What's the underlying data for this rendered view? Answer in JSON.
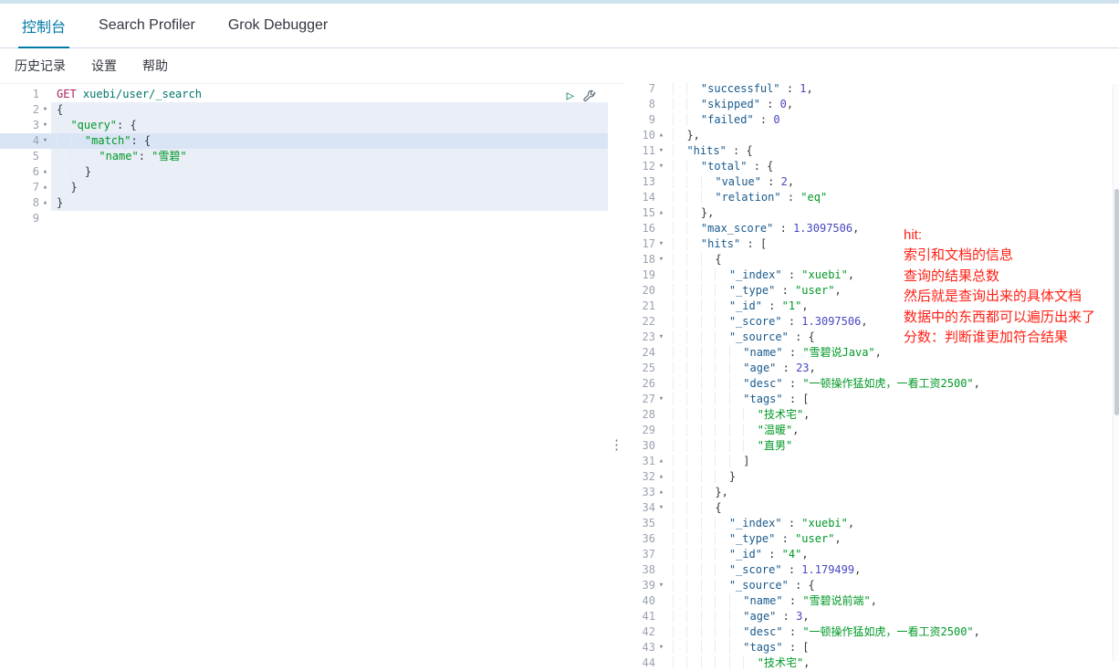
{
  "tabs": [
    {
      "label": "控制台",
      "active": true
    },
    {
      "label": "Search Profiler",
      "active": false
    },
    {
      "label": "Grok Debugger",
      "active": false
    }
  ],
  "menu": [
    "历史记录",
    "设置",
    "帮助"
  ],
  "icons": {
    "send": "▷",
    "wrench": "wrench-icon",
    "fold_open": "▾",
    "fold_close": "▴",
    "grip": "⋮"
  },
  "colors": {
    "accent": "#0079a5",
    "annotation_red": "#ff2116",
    "string_green": "#009926",
    "key_blue": "#1a5a8c",
    "number_purple": "#4747c2",
    "method_red": "#b0215f",
    "url_teal": "#00756c",
    "selection": "#e9eef7",
    "active_line": "#d9e4f4"
  },
  "editor": {
    "lines": [
      {
        "num": "1",
        "fold": "",
        "hl": "",
        "ind": 0,
        "seg": [
          {
            "t": "GET ",
            "c": "method"
          },
          {
            "t": "xuebi/user/_search",
            "c": "url"
          }
        ]
      },
      {
        "num": "2",
        "fold": "open",
        "hl": "sel",
        "ind": 0,
        "seg": [
          {
            "t": "{",
            "c": "p"
          }
        ]
      },
      {
        "num": "3",
        "fold": "open",
        "hl": "sel",
        "ind": 1,
        "seg": [
          {
            "t": "\"query\"",
            "c": "str"
          },
          {
            "t": ": {",
            "c": "p"
          }
        ]
      },
      {
        "num": "4",
        "fold": "open",
        "hl": "cur",
        "ind": 2,
        "seg": [
          {
            "t": "\"match\"",
            "c": "str"
          },
          {
            "t": ": {",
            "c": "p"
          }
        ]
      },
      {
        "num": "5",
        "fold": "",
        "hl": "sel",
        "ind": 3,
        "seg": [
          {
            "t": "\"name\"",
            "c": "str"
          },
          {
            "t": ": ",
            "c": "p"
          },
          {
            "t": "\"雪碧\"",
            "c": "str"
          }
        ]
      },
      {
        "num": "6",
        "fold": "close",
        "hl": "sel",
        "ind": 2,
        "seg": [
          {
            "t": "}",
            "c": "p"
          }
        ]
      },
      {
        "num": "7",
        "fold": "close",
        "hl": "sel",
        "ind": 1,
        "seg": [
          {
            "t": "}",
            "c": "p"
          }
        ]
      },
      {
        "num": "8",
        "fold": "close",
        "hl": "sel",
        "ind": 0,
        "seg": [
          {
            "t": "}",
            "c": "p"
          }
        ]
      },
      {
        "num": "9",
        "fold": "",
        "hl": "",
        "ind": 0,
        "seg": []
      }
    ]
  },
  "output": {
    "lines": [
      {
        "num": "7",
        "fold": "",
        "ind": 2,
        "seg": [
          {
            "t": "\"successful\"",
            "c": "key"
          },
          {
            "t": " : ",
            "c": "p"
          },
          {
            "t": "1",
            "c": "num"
          },
          {
            "t": ",",
            "c": "p"
          }
        ]
      },
      {
        "num": "8",
        "fold": "",
        "ind": 2,
        "seg": [
          {
            "t": "\"skipped\"",
            "c": "key"
          },
          {
            "t": " : ",
            "c": "p"
          },
          {
            "t": "0",
            "c": "num"
          },
          {
            "t": ",",
            "c": "p"
          }
        ]
      },
      {
        "num": "9",
        "fold": "",
        "ind": 2,
        "seg": [
          {
            "t": "\"failed\"",
            "c": "key"
          },
          {
            "t": " : ",
            "c": "p"
          },
          {
            "t": "0",
            "c": "num"
          }
        ]
      },
      {
        "num": "10",
        "fold": "close",
        "ind": 1,
        "seg": [
          {
            "t": "},",
            "c": "p"
          }
        ]
      },
      {
        "num": "11",
        "fold": "open",
        "ind": 1,
        "seg": [
          {
            "t": "\"hits\"",
            "c": "key"
          },
          {
            "t": " : {",
            "c": "p"
          }
        ]
      },
      {
        "num": "12",
        "fold": "open",
        "ind": 2,
        "seg": [
          {
            "t": "\"total\"",
            "c": "key"
          },
          {
            "t": " : {",
            "c": "p"
          }
        ]
      },
      {
        "num": "13",
        "fold": "",
        "ind": 3,
        "seg": [
          {
            "t": "\"value\"",
            "c": "key"
          },
          {
            "t": " : ",
            "c": "p"
          },
          {
            "t": "2",
            "c": "num"
          },
          {
            "t": ",",
            "c": "p"
          }
        ]
      },
      {
        "num": "14",
        "fold": "",
        "ind": 3,
        "seg": [
          {
            "t": "\"relation\"",
            "c": "key"
          },
          {
            "t": " : ",
            "c": "p"
          },
          {
            "t": "\"eq\"",
            "c": "str"
          }
        ]
      },
      {
        "num": "15",
        "fold": "close",
        "ind": 2,
        "seg": [
          {
            "t": "},",
            "c": "p"
          }
        ]
      },
      {
        "num": "16",
        "fold": "",
        "ind": 2,
        "seg": [
          {
            "t": "\"max_score\"",
            "c": "key"
          },
          {
            "t": " : ",
            "c": "p"
          },
          {
            "t": "1.3097506",
            "c": "num"
          },
          {
            "t": ",",
            "c": "p"
          }
        ]
      },
      {
        "num": "17",
        "fold": "open",
        "ind": 2,
        "seg": [
          {
            "t": "\"hits\"",
            "c": "key"
          },
          {
            "t": " : [",
            "c": "p"
          }
        ]
      },
      {
        "num": "18",
        "fold": "open",
        "ind": 3,
        "seg": [
          {
            "t": "{",
            "c": "p"
          }
        ]
      },
      {
        "num": "19",
        "fold": "",
        "ind": 4,
        "seg": [
          {
            "t": "\"_index\"",
            "c": "key"
          },
          {
            "t": " : ",
            "c": "p"
          },
          {
            "t": "\"xuebi\"",
            "c": "str"
          },
          {
            "t": ",",
            "c": "p"
          }
        ]
      },
      {
        "num": "20",
        "fold": "",
        "ind": 4,
        "seg": [
          {
            "t": "\"_type\"",
            "c": "key"
          },
          {
            "t": " : ",
            "c": "p"
          },
          {
            "t": "\"user\"",
            "c": "str"
          },
          {
            "t": ",",
            "c": "p"
          }
        ]
      },
      {
        "num": "21",
        "fold": "",
        "ind": 4,
        "seg": [
          {
            "t": "\"_id\"",
            "c": "key"
          },
          {
            "t": " : ",
            "c": "p"
          },
          {
            "t": "\"1\"",
            "c": "str"
          },
          {
            "t": ",",
            "c": "p"
          }
        ]
      },
      {
        "num": "22",
        "fold": "",
        "ind": 4,
        "seg": [
          {
            "t": "\"_score\"",
            "c": "key"
          },
          {
            "t": " : ",
            "c": "p"
          },
          {
            "t": "1.3097506",
            "c": "num"
          },
          {
            "t": ",",
            "c": "p"
          }
        ]
      },
      {
        "num": "23",
        "fold": "open",
        "ind": 4,
        "seg": [
          {
            "t": "\"_source\"",
            "c": "key"
          },
          {
            "t": " : {",
            "c": "p"
          }
        ]
      },
      {
        "num": "24",
        "fold": "",
        "ind": 5,
        "seg": [
          {
            "t": "\"name\"",
            "c": "key"
          },
          {
            "t": " : ",
            "c": "p"
          },
          {
            "t": "\"雪碧说Java\"",
            "c": "str"
          },
          {
            "t": ",",
            "c": "p"
          }
        ]
      },
      {
        "num": "25",
        "fold": "",
        "ind": 5,
        "seg": [
          {
            "t": "\"age\"",
            "c": "key"
          },
          {
            "t": " : ",
            "c": "p"
          },
          {
            "t": "23",
            "c": "num"
          },
          {
            "t": ",",
            "c": "p"
          }
        ]
      },
      {
        "num": "26",
        "fold": "",
        "ind": 5,
        "seg": [
          {
            "t": "\"desc\"",
            "c": "key"
          },
          {
            "t": " : ",
            "c": "p"
          },
          {
            "t": "\"一顿操作猛如虎，一看工资2500\"",
            "c": "str"
          },
          {
            "t": ",",
            "c": "p"
          }
        ]
      },
      {
        "num": "27",
        "fold": "open",
        "ind": 5,
        "seg": [
          {
            "t": "\"tags\"",
            "c": "key"
          },
          {
            "t": " : [",
            "c": "p"
          }
        ]
      },
      {
        "num": "28",
        "fold": "",
        "ind": 6,
        "seg": [
          {
            "t": "\"技术宅\"",
            "c": "str"
          },
          {
            "t": ",",
            "c": "p"
          }
        ]
      },
      {
        "num": "29",
        "fold": "",
        "ind": 6,
        "seg": [
          {
            "t": "\"温暖\"",
            "c": "str"
          },
          {
            "t": ",",
            "c": "p"
          }
        ]
      },
      {
        "num": "30",
        "fold": "",
        "ind": 6,
        "seg": [
          {
            "t": "\"直男\"",
            "c": "str"
          }
        ]
      },
      {
        "num": "31",
        "fold": "close",
        "ind": 5,
        "seg": [
          {
            "t": "]",
            "c": "p"
          }
        ]
      },
      {
        "num": "32",
        "fold": "close",
        "ind": 4,
        "seg": [
          {
            "t": "}",
            "c": "p"
          }
        ]
      },
      {
        "num": "33",
        "fold": "close",
        "ind": 3,
        "seg": [
          {
            "t": "},",
            "c": "p"
          }
        ]
      },
      {
        "num": "34",
        "fold": "open",
        "ind": 3,
        "seg": [
          {
            "t": "{",
            "c": "p"
          }
        ]
      },
      {
        "num": "35",
        "fold": "",
        "ind": 4,
        "seg": [
          {
            "t": "\"_index\"",
            "c": "key"
          },
          {
            "t": " : ",
            "c": "p"
          },
          {
            "t": "\"xuebi\"",
            "c": "str"
          },
          {
            "t": ",",
            "c": "p"
          }
        ]
      },
      {
        "num": "36",
        "fold": "",
        "ind": 4,
        "seg": [
          {
            "t": "\"_type\"",
            "c": "key"
          },
          {
            "t": " : ",
            "c": "p"
          },
          {
            "t": "\"user\"",
            "c": "str"
          },
          {
            "t": ",",
            "c": "p"
          }
        ]
      },
      {
        "num": "37",
        "fold": "",
        "ind": 4,
        "seg": [
          {
            "t": "\"_id\"",
            "c": "key"
          },
          {
            "t": " : ",
            "c": "p"
          },
          {
            "t": "\"4\"",
            "c": "str"
          },
          {
            "t": ",",
            "c": "p"
          }
        ]
      },
      {
        "num": "38",
        "fold": "",
        "ind": 4,
        "seg": [
          {
            "t": "\"_score\"",
            "c": "key"
          },
          {
            "t": " : ",
            "c": "p"
          },
          {
            "t": "1.179499",
            "c": "num"
          },
          {
            "t": ",",
            "c": "p"
          }
        ]
      },
      {
        "num": "39",
        "fold": "open",
        "ind": 4,
        "seg": [
          {
            "t": "\"_source\"",
            "c": "key"
          },
          {
            "t": " : {",
            "c": "p"
          }
        ]
      },
      {
        "num": "40",
        "fold": "",
        "ind": 5,
        "seg": [
          {
            "t": "\"name\"",
            "c": "key"
          },
          {
            "t": " : ",
            "c": "p"
          },
          {
            "t": "\"雪碧说前端\"",
            "c": "str"
          },
          {
            "t": ",",
            "c": "p"
          }
        ]
      },
      {
        "num": "41",
        "fold": "",
        "ind": 5,
        "seg": [
          {
            "t": "\"age\"",
            "c": "key"
          },
          {
            "t": " : ",
            "c": "p"
          },
          {
            "t": "3",
            "c": "num"
          },
          {
            "t": ",",
            "c": "p"
          }
        ]
      },
      {
        "num": "42",
        "fold": "",
        "ind": 5,
        "seg": [
          {
            "t": "\"desc\"",
            "c": "key"
          },
          {
            "t": " : ",
            "c": "p"
          },
          {
            "t": "\"一顿操作猛如虎，一看工资2500\"",
            "c": "str"
          },
          {
            "t": ",",
            "c": "p"
          }
        ]
      },
      {
        "num": "43",
        "fold": "open",
        "ind": 5,
        "seg": [
          {
            "t": "\"tags\"",
            "c": "key"
          },
          {
            "t": " : [",
            "c": "p"
          }
        ]
      },
      {
        "num": "44",
        "fold": "",
        "ind": 6,
        "seg": [
          {
            "t": "\"技术宅\"",
            "c": "str"
          },
          {
            "t": ",",
            "c": "p"
          }
        ]
      }
    ]
  },
  "annotation": {
    "color": "#ff2116",
    "lines": [
      "hit:",
      "索引和文档的信息",
      "查询的结果总数",
      "然后就是查询出来的具体文档",
      "数据中的东西都可以遍历出来了",
      "分数：判断谁更加符合结果"
    ]
  }
}
